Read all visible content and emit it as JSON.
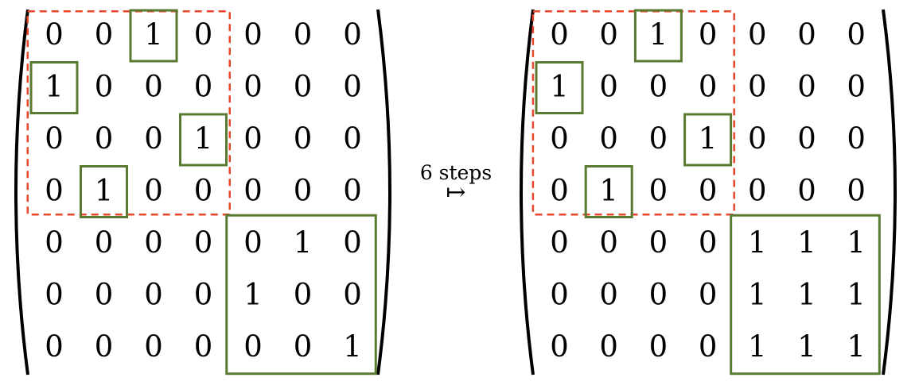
{
  "transition": {
    "label": "6 steps",
    "arrow": "↦"
  },
  "matrices": [
    {
      "id": "before",
      "rows": [
        [
          0,
          0,
          1,
          0,
          0,
          0,
          0
        ],
        [
          1,
          0,
          0,
          0,
          0,
          0,
          0
        ],
        [
          0,
          0,
          0,
          1,
          0,
          0,
          0
        ],
        [
          0,
          1,
          0,
          0,
          0,
          0,
          0
        ],
        [
          0,
          0,
          0,
          0,
          0,
          1,
          0
        ],
        [
          0,
          0,
          0,
          0,
          1,
          0,
          0
        ],
        [
          0,
          0,
          0,
          0,
          0,
          0,
          1
        ]
      ],
      "dashed_block": {
        "rows": [
          0,
          3
        ],
        "cols": [
          0,
          3
        ]
      },
      "solid_block": {
        "rows": [
          4,
          6
        ],
        "cols": [
          4,
          6
        ]
      },
      "boxed_cells": [
        [
          0,
          2
        ],
        [
          1,
          0
        ],
        [
          2,
          3
        ],
        [
          3,
          1
        ]
      ]
    },
    {
      "id": "after",
      "rows": [
        [
          0,
          0,
          1,
          0,
          0,
          0,
          0
        ],
        [
          1,
          0,
          0,
          0,
          0,
          0,
          0
        ],
        [
          0,
          0,
          0,
          1,
          0,
          0,
          0
        ],
        [
          0,
          1,
          0,
          0,
          0,
          0,
          0
        ],
        [
          0,
          0,
          0,
          0,
          1,
          1,
          1
        ],
        [
          0,
          0,
          0,
          0,
          1,
          1,
          1
        ],
        [
          0,
          0,
          0,
          0,
          1,
          1,
          1
        ]
      ],
      "dashed_block": {
        "rows": [
          0,
          3
        ],
        "cols": [
          0,
          3
        ]
      },
      "solid_block": {
        "rows": [
          4,
          6
        ],
        "cols": [
          4,
          6
        ]
      },
      "boxed_cells": [
        [
          0,
          2
        ],
        [
          1,
          0
        ],
        [
          2,
          3
        ],
        [
          3,
          1
        ]
      ]
    }
  ],
  "colors": {
    "dashed_outline": "#e8472b",
    "box_outline": "#5a7a32",
    "text": "#000000",
    "bracket": "#000000"
  }
}
